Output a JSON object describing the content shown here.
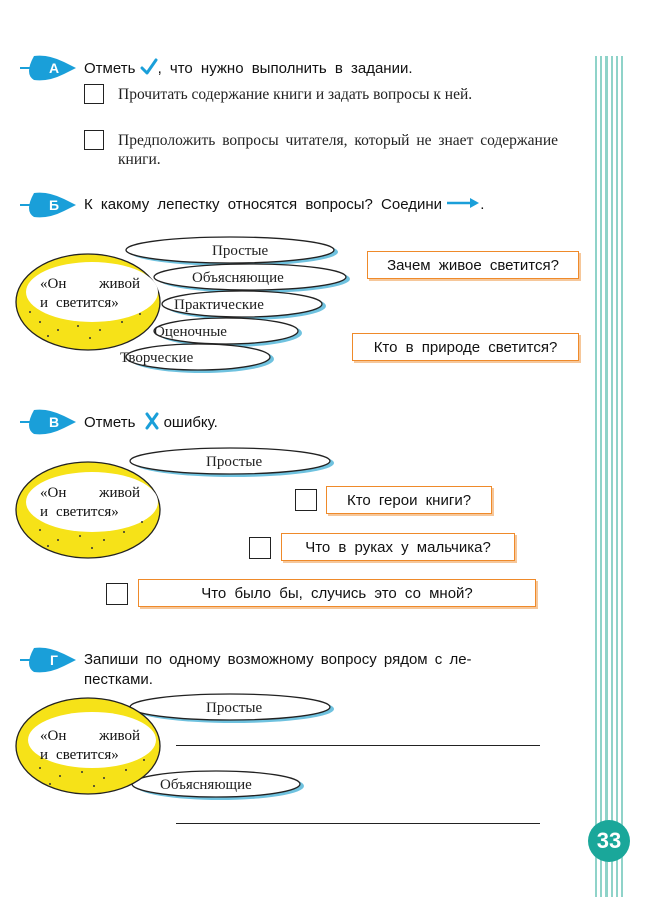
{
  "page": {
    "number": "33"
  },
  "colors": {
    "teal": "#1aa79a",
    "blue": "#1a9fd9",
    "orange": "#ef8a2a",
    "yellow": "#f6e218",
    "petal_shadow": "#6fc2df"
  },
  "icons": {
    "check_mark": "check-mark-icon",
    "cross_mark": "cross-mark-icon",
    "arrow": "arrow-right-icon"
  },
  "section_a": {
    "letter": "А",
    "instruction_before": "Отметь",
    "instruction_after": ", что нужно выполнить в задании.",
    "options": [
      {
        "text": "Прочитать содержание книги и задать вопросы к ней."
      },
      {
        "text": "Предположить вопросы читателя, который не знает содержание книги."
      }
    ]
  },
  "section_b": {
    "letter": "Б",
    "instruction_before": "К какому лепестку относятся вопросы? Соедини",
    "instruction_after": ".",
    "center_line1_a": "«Он",
    "center_line1_b": "живой",
    "center_line2_a": "и",
    "center_line2_b": "светится»",
    "petals": [
      "Простые",
      "Объясняющие",
      "Практические",
      "Оценочные",
      "Творческие"
    ],
    "questions": [
      "Зачем живое светится?",
      "Кто в природе светится?"
    ]
  },
  "section_v": {
    "letter": "В",
    "instruction_before": "Отметь",
    "instruction_after": "ошибку.",
    "center_line1_a": "«Он",
    "center_line1_b": "живой",
    "center_line2_a": "и",
    "center_line2_b": "светится»",
    "petal": "Простые",
    "questions": [
      "Кто герои книги?",
      "Что в руках у мальчика?",
      "Что было бы, случись это со мной?"
    ]
  },
  "section_g": {
    "letter": "Г",
    "instruction_line1": "Запиши по одному возможному вопросу рядом с ле-",
    "instruction_line2": "пестками.",
    "center_line1_a": "«Он",
    "center_line1_b": "живой",
    "center_line2_a": "и",
    "center_line2_b": "светится»",
    "petals": [
      "Простые",
      "Объясняющие"
    ]
  }
}
